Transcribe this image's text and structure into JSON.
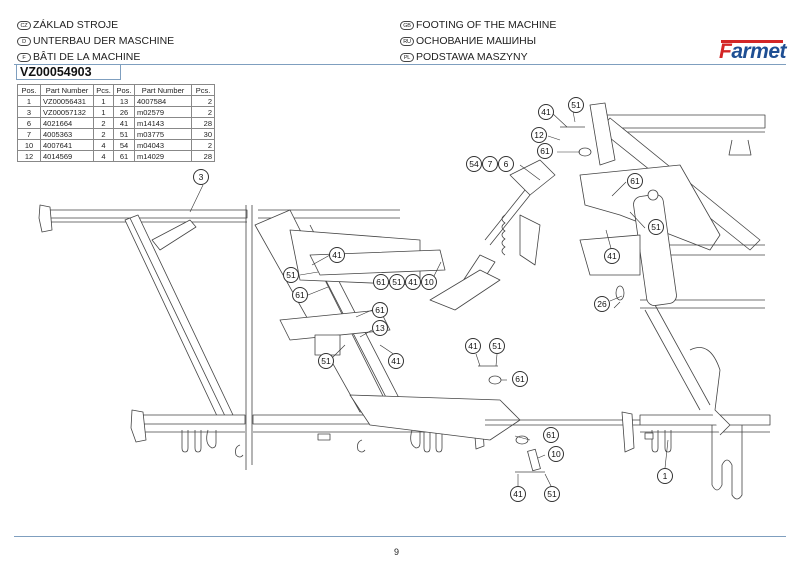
{
  "header": {
    "titles": [
      {
        "lang": "CZ",
        "text": "ZÁKLAD STROJE"
      },
      {
        "lang": "D",
        "text": "UNTERBAU DER MASCHINE"
      },
      {
        "lang": "F",
        "text": "BÂTI DE LA MACHINE"
      },
      {
        "lang": "GB",
        "text": "FOOTING OF THE MACHINE"
      },
      {
        "lang": "RU",
        "text": "ОСНОВАНИЕ МАШИНЫ"
      },
      {
        "lang": "PL",
        "text": "PODSTAWA MASZYNY"
      }
    ],
    "logo": {
      "first": "F",
      "rest": "armet"
    },
    "colors": {
      "logo_red": "#d32626",
      "logo_blue": "#1f4f93",
      "rule": "#7f9fbf"
    }
  },
  "assembly_code": "VZ00054903",
  "parts_table": {
    "headers": [
      "Pos.",
      "Part Number",
      "Pcs.",
      "Pos.",
      "Part Number",
      "Pcs."
    ],
    "rows": [
      [
        "1",
        "VZ00056431",
        "1",
        "13",
        "4007584",
        "2"
      ],
      [
        "3",
        "VZ00057132",
        "1",
        "26",
        "m02579",
        "2"
      ],
      [
        "6",
        "4021664",
        "2",
        "41",
        "m14143",
        "28"
      ],
      [
        "7",
        "4005363",
        "2",
        "51",
        "m03775",
        "30"
      ],
      [
        "10",
        "4007641",
        "4",
        "54",
        "m04043",
        "2"
      ],
      [
        "12",
        "4014569",
        "4",
        "61",
        "m14029",
        "28"
      ]
    ]
  },
  "callouts": [
    "3",
    "41",
    "51",
    "12",
    "61",
    "54",
    "7",
    "6",
    "61",
    "51",
    "41",
    "26",
    "41",
    "51",
    "61",
    "61",
    "51",
    "41",
    "10",
    "61",
    "13",
    "51",
    "41",
    "41",
    "51",
    "61",
    "61",
    "10",
    "41",
    "51",
    "1"
  ],
  "page_number": "9"
}
